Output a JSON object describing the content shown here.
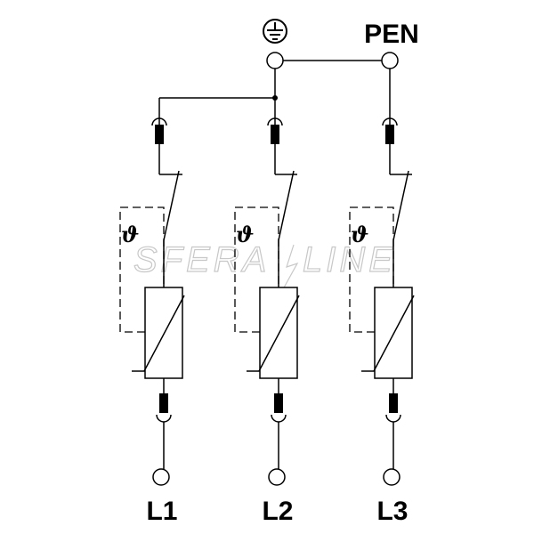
{
  "labels": {
    "pen": "PEN",
    "l1": "L1",
    "l2": "L2",
    "l3": "L3",
    "thermal_symbol": "ϑ"
  },
  "watermark": {
    "left": "SFERA",
    "right": "LINE"
  },
  "icons": {
    "earth": "protective-earth-symbol"
  }
}
